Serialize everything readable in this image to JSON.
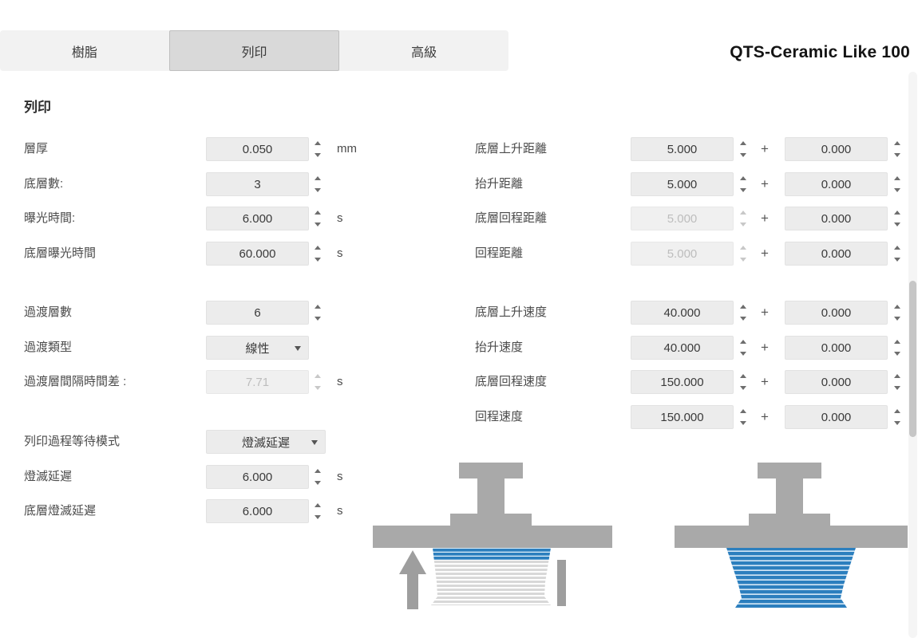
{
  "tabs": [
    {
      "label": "樹脂"
    },
    {
      "label": "列印"
    },
    {
      "label": "高級"
    }
  ],
  "profile_name": "QTS-Ceramic Like 100",
  "section_title": "列印",
  "left": {
    "rows": [
      {
        "label": "層厚",
        "value": "0.050",
        "unit": "mm"
      },
      {
        "label": "底層數:",
        "value": "3",
        "unit": ""
      },
      {
        "label": "曝光時間:",
        "value": "6.000",
        "unit": "s"
      },
      {
        "label": "底層曝光時間",
        "value": "60.000",
        "unit": "s"
      },
      {
        "label": "過渡層數",
        "value": "6",
        "unit": ""
      },
      {
        "label": "過渡類型",
        "value": "線性",
        "unit": ""
      },
      {
        "label": "過渡層間隔時間差 :",
        "value": "7.71",
        "unit": "s",
        "disabled": true
      },
      {
        "label": "列印過程等待模式",
        "value": "燈滅延遲",
        "unit": ""
      },
      {
        "label": "燈滅延遲",
        "value": "6.000",
        "unit": "s"
      },
      {
        "label": "底層燈滅延遲",
        "value": "6.000",
        "unit": "s"
      }
    ]
  },
  "right": {
    "plus": "+",
    "rows": [
      {
        "label": "底層上升距離",
        "value": "5.000",
        "value2": "0.000"
      },
      {
        "label": "抬升距離",
        "value": "5.000",
        "value2": "0.000"
      },
      {
        "label": "底層回程距離",
        "value": "5.000",
        "value2": "0.000",
        "disabled": true
      },
      {
        "label": "回程距離",
        "value": "5.000",
        "value2": "0.000",
        "disabled": true
      },
      {
        "label": "底層上升速度",
        "value": "40.000",
        "value2": "0.000"
      },
      {
        "label": "抬升速度",
        "value": "40.000",
        "value2": "0.000"
      },
      {
        "label": "底層回程速度",
        "value": "150.000",
        "value2": "0.000"
      },
      {
        "label": "回程速度",
        "value": "150.000",
        "value2": "0.000"
      }
    ]
  },
  "colors": {
    "accent_blue": "#2c7fbe",
    "platform_gray": "#a9a9a9",
    "field_bg": "#ececec",
    "tab_active_bg": "#d9d9d9"
  }
}
